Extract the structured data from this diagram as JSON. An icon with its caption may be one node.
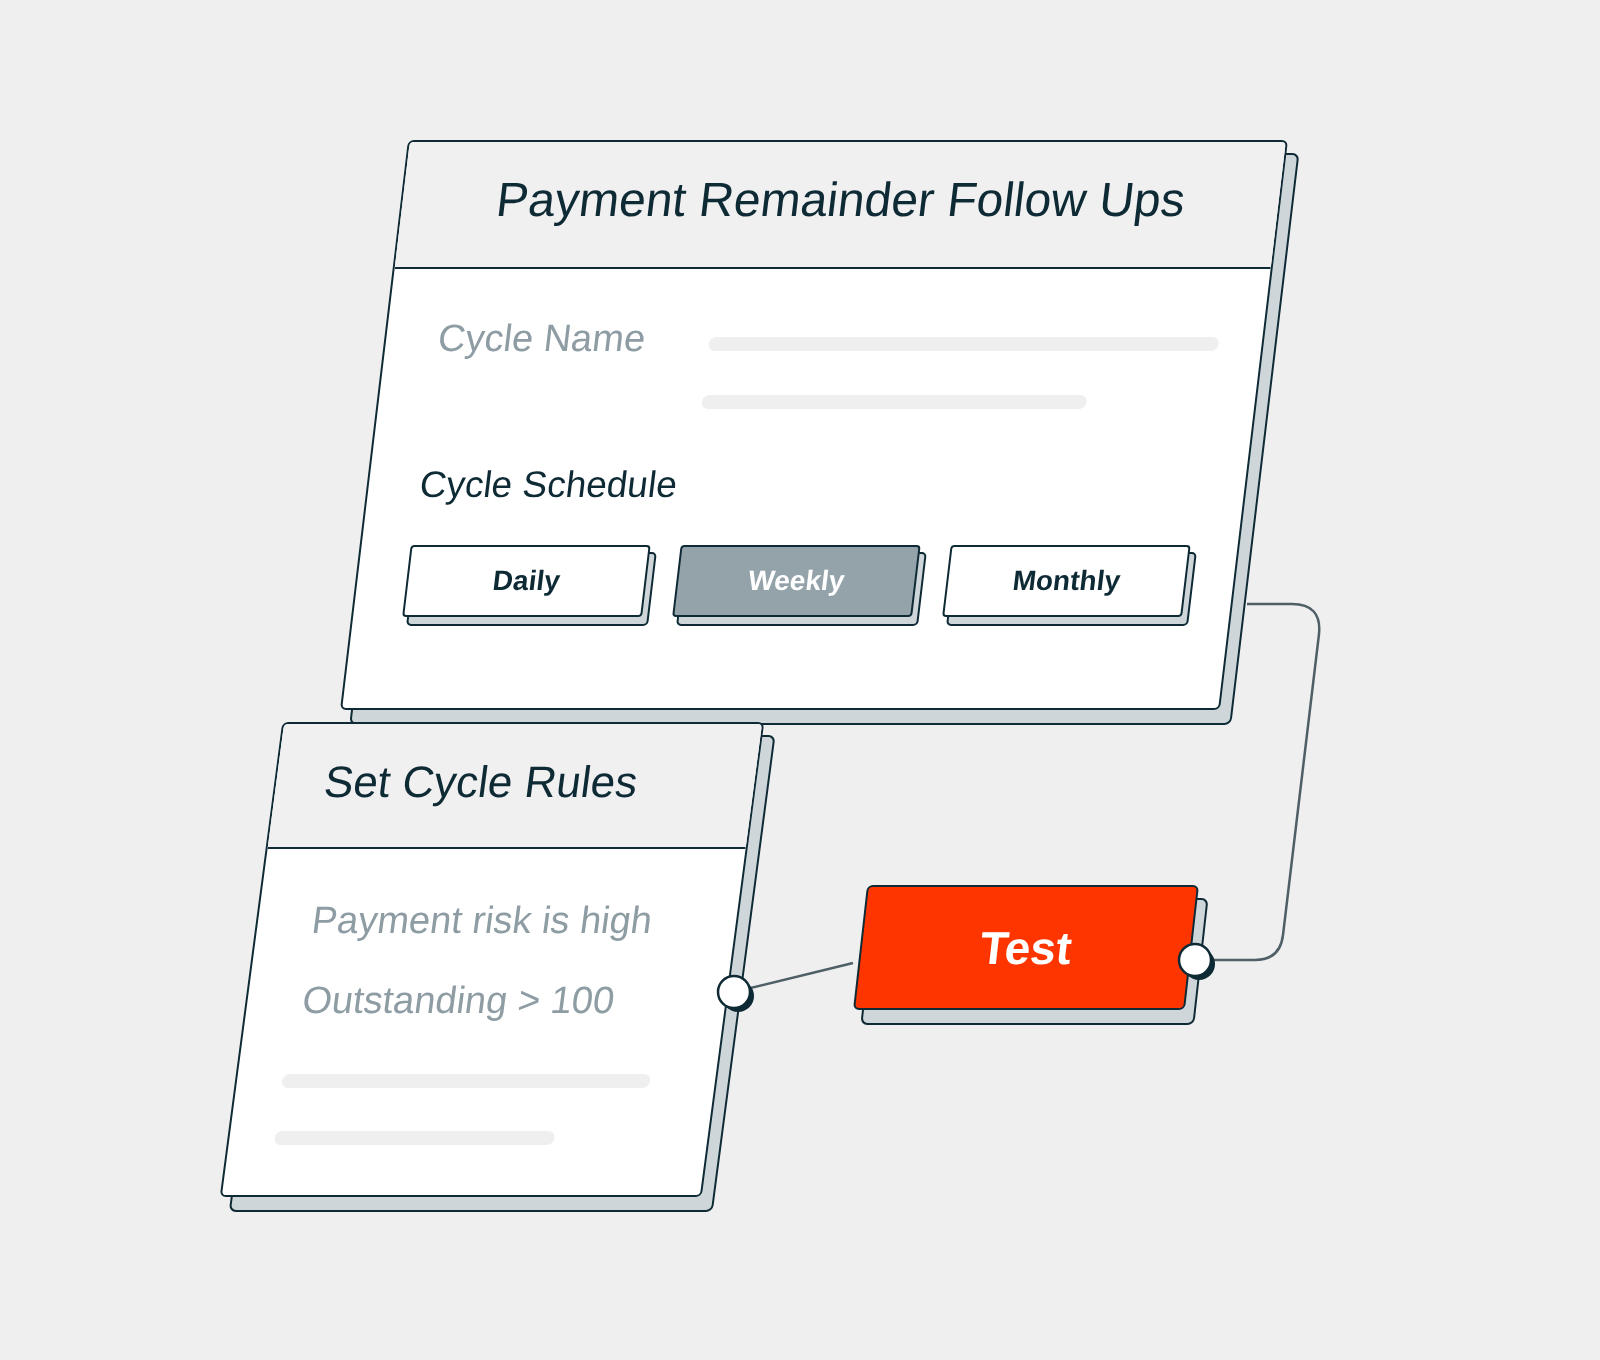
{
  "diagram": {
    "nodes": [
      {
        "text": [
          "Payment Remainder Follow Ups",
          "Cycle Name",
          "Cycle Schedule"
        ]
      },
      {
        "text": [
          "Daily"
        ],
        "in": 0
      },
      {
        "text": [
          "Weekly"
        ],
        "in": 0
      },
      {
        "text": [
          "Monthly"
        ],
        "in": 0
      },
      {
        "text": [
          "Set Cycle Rules",
          "Payment risk is high",
          "Outstanding > 100"
        ]
      },
      {
        "text": [
          "Test"
        ]
      }
    ],
    "edges": [
      {
        "from": 4,
        "to": 5,
        "arrow": "other"
      },
      {
        "from": 5,
        "to": 0,
        "arrow": "other"
      }
    ]
  }
}
